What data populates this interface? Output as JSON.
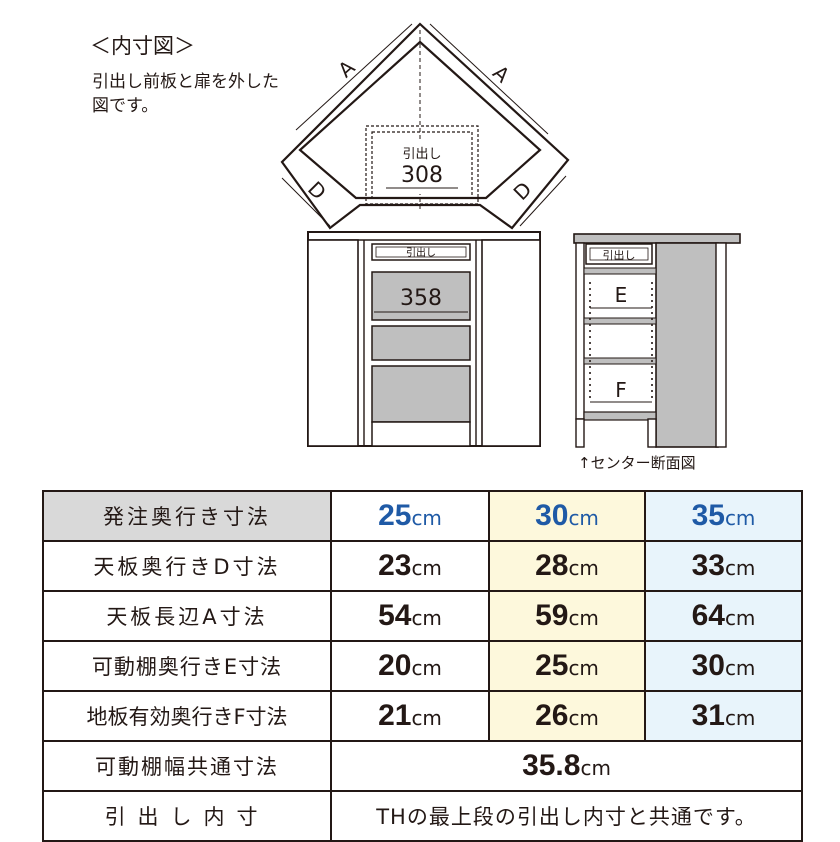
{
  "diagram": {
    "heading": "＜内寸図＞",
    "subnote": "引出し前板と扉を外した図です。",
    "top_view": {
      "edge_a_left": "A",
      "edge_a_right": "A",
      "edge_d_left": "D",
      "edge_d_right": "D",
      "drawer_label": "引出し",
      "drawer_value": "308"
    },
    "front_view": {
      "drawer_label": "引出し",
      "shelf_width": "358"
    },
    "section_view": {
      "drawer_label": "引出し",
      "shelf_depth_letter": "E",
      "floor_depth_letter": "F",
      "caption": "↑センター断面図"
    }
  },
  "table": {
    "unit": "cm",
    "rows": [
      {
        "label": "発注奥行き寸法",
        "values": [
          "25",
          "30",
          "35"
        ]
      },
      {
        "label": "天板奥行きD寸法",
        "values": [
          "23",
          "28",
          "33"
        ]
      },
      {
        "label": "天板長辺A寸法",
        "values": [
          "54",
          "59",
          "64"
        ]
      },
      {
        "label": "可動棚奥行きE寸法",
        "values": [
          "20",
          "25",
          "30"
        ]
      },
      {
        "label": "地板有効奥行きF寸法",
        "values": [
          "21",
          "26",
          "31"
        ]
      }
    ],
    "common_shelf": {
      "label": "可動棚幅共通寸法",
      "value": "35.8"
    },
    "drawer_inner": {
      "label": "引出し内寸",
      "note": "THの最上段の引出し内寸と共通です。"
    }
  },
  "colors": {
    "header_gray": "#d9d9d9",
    "col_30_bg": "#fdf8dc",
    "col_35_bg": "#e8f4fb",
    "header_value": "#1f5aa6",
    "shelf_fill": "#bfbfbf"
  }
}
